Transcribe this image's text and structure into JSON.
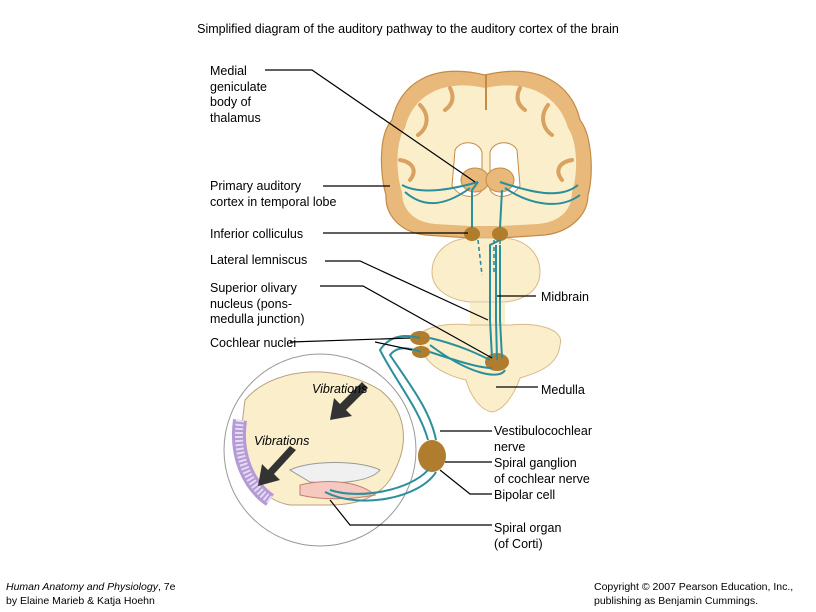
{
  "title": "Simplified diagram of the auditory pathway to the auditory cortex of the brain",
  "labels": {
    "medial_geniculate": "Medial\ngeniculate\nbody of\nthalamus",
    "primary_auditory_cortex": "Primary auditory\ncortex in temporal lobe",
    "inferior_colliculus": "Inferior colliculus",
    "lateral_lemniscus": "Lateral lemniscus",
    "superior_olivary": "Superior olivary\nnucleus (pons-\nmedulla junction)",
    "cochlear_nuclei": "Cochlear nuclei",
    "midbrain": "Midbrain",
    "medulla": "Medulla",
    "vestibulocochlear": "Vestibulocochlear\nnerve",
    "spiral_ganglion": "Spiral ganglion\nof cochlear nerve",
    "bipolar_cell": "Bipolar cell",
    "spiral_organ": "Spiral organ\n(of Corti)",
    "vibrations_1": "Vibrations",
    "vibrations_2": "Vibrations"
  },
  "footer": {
    "book_title": "Human Anatomy and Physiology",
    "edition": ", 7e",
    "authors": "by Elaine Marieb & Katja Hoehn",
    "copyright_line1": "Copyright © 2007 Pearson Education, Inc.,",
    "copyright_line2": "publishing as Benjamin Cummings."
  },
  "colors": {
    "brain_tan": "#e8b97a",
    "brain_cream": "#fbeecb",
    "pathway_teal": "#2a8f9c",
    "nucleus_brown": "#b07c2e"
  }
}
